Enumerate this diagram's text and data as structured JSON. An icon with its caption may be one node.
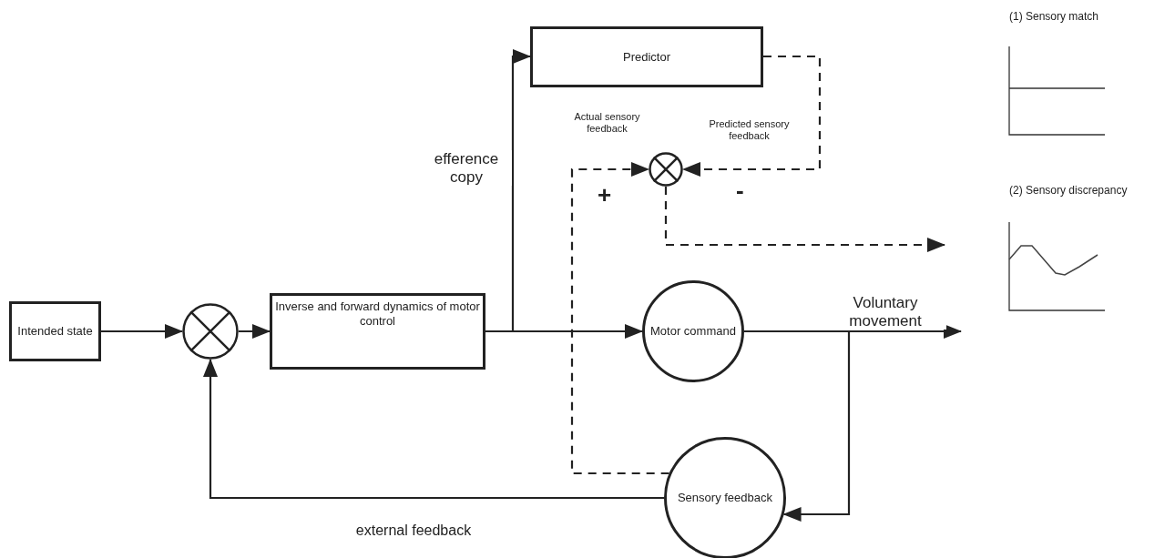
{
  "diagram": {
    "nodes": [
      {
        "text": [
          "Intended state"
        ]
      },
      {
        "text": [],
        "shape": "circle"
      },
      {
        "text": [
          "Inverse and forward dynamics of motor control"
        ]
      },
      {
        "text": [
          "Predictor"
        ]
      },
      {
        "text": [],
        "shape": "circle"
      },
      {
        "text": [
          "Motor command"
        ]
      },
      {
        "text": [
          "Sensory feedback"
        ]
      }
    ],
    "edges": [
      {
        "from": 0,
        "to": 1,
        "arrow": "to"
      },
      {
        "from": 1,
        "to": 2,
        "arrow": "to"
      },
      {
        "from": 2,
        "to": 5,
        "arrow": "to"
      },
      {
        "from": 2,
        "to": 3,
        "arrow": "to",
        "label": "efference copy"
      },
      {
        "from": 3,
        "to": 4,
        "arrow": "to",
        "style": "dashed",
        "label": "Predicted sensory feedback"
      },
      {
        "from": 6,
        "to": 4,
        "arrow": "to",
        "style": "dashed",
        "label": "Actual sensory feedback"
      },
      {
        "from": 4,
        "to": null,
        "arrow": "to",
        "style": "dashed"
      },
      {
        "from": 5,
        "to": null,
        "arrow": "to",
        "label": "Voluntary movement"
      },
      {
        "from": 5,
        "to": 6,
        "arrow": "to"
      },
      {
        "from": 6,
        "to": 1,
        "arrow": "to",
        "label": "external feedback"
      }
    ],
    "labels": [
      "+",
      "-",
      "(1) Sensory match",
      "(2) Sensory discrepancy"
    ]
  }
}
